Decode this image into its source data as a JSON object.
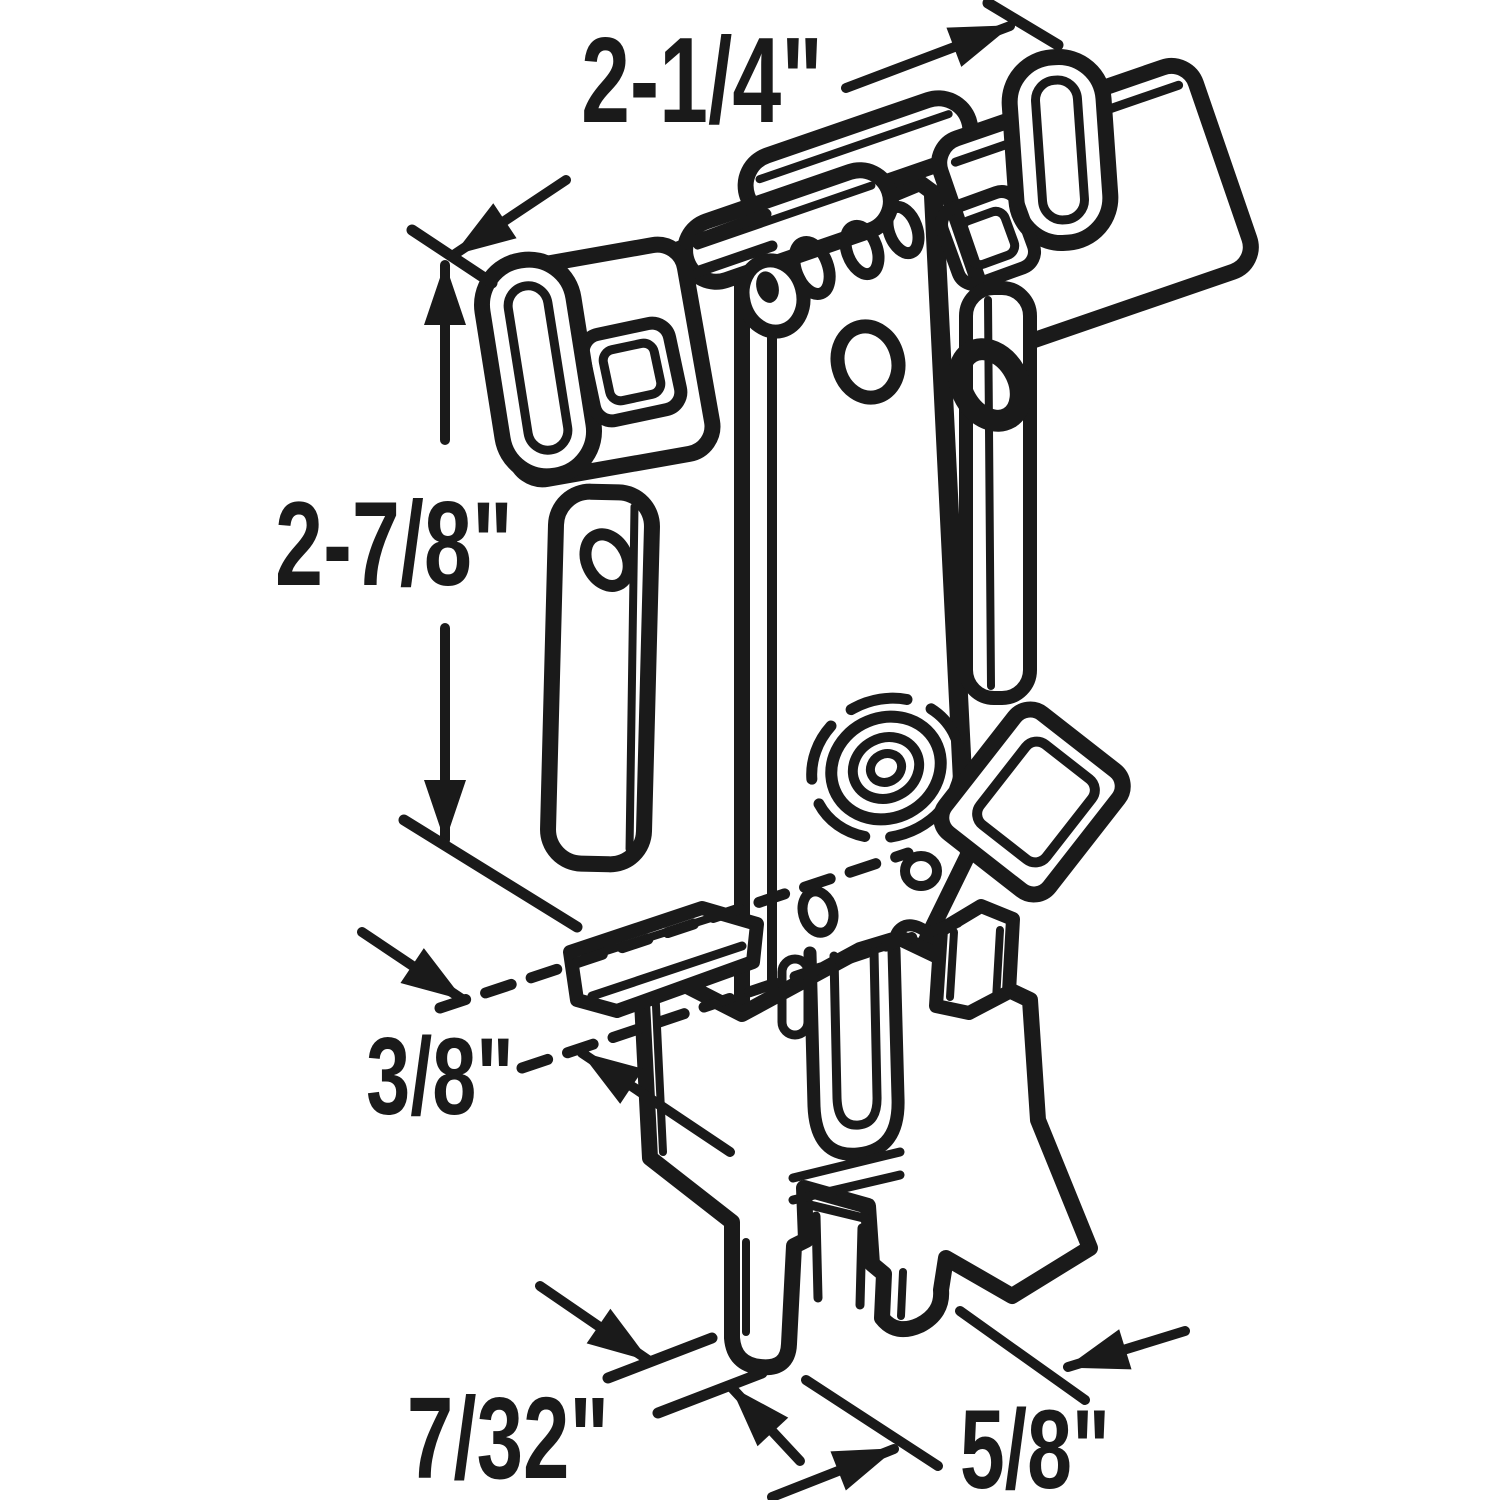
{
  "figure": {
    "title": "sliding-door-roller-bracket-technical-diagram",
    "background_color": "#ffffff",
    "line_color": "#1a1a1a",
    "dimensions": {
      "top_width": "2-1/4\"",
      "side_height": "2-7/8\"",
      "track_offset": "3/8\"",
      "foot_gap": "7/32\"",
      "base_width": "5/8\""
    }
  }
}
